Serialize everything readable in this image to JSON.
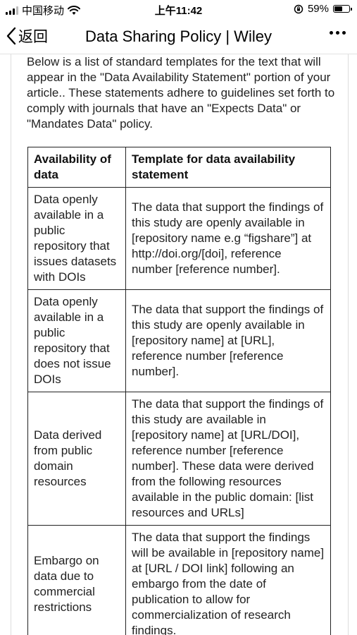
{
  "status_bar": {
    "carrier": "中国移动",
    "time": "上午11:42",
    "battery": "59%",
    "battery_level": 0.59
  },
  "nav": {
    "back_label": "返回",
    "title": "Data Sharing Policy | Wiley"
  },
  "intro": "Below is a list of standard templates for the text that will appear in the \"Data Availability Statement\" portion of your article.. These statements adhere to guidelines set forth to comply with journals that have an \"Expects Data\" or \"Mandates Data\" policy.",
  "table": {
    "headers": [
      "Availability of data",
      "Template for data availability statement"
    ],
    "rows": [
      {
        "availability": "Data openly available in a public repository that issues datasets with DOIs",
        "template": "The data that support the findings of this study are openly available in [repository name e.g “figshare”] at http://doi.org/[doi], reference number [reference number]."
      },
      {
        "availability": "Data openly available in a public repository that does not issue DOIs",
        "template": "The data that support the findings of this study are openly available in [repository name] at [URL], reference number [reference number]."
      },
      {
        "availability": "Data derived from public domain resources",
        "template": "The data that support the findings of this study are available in [repository name] at [URL/DOI], reference number [reference number]. These data were derived from the following resources available in the public domain: [list resources and URLs]"
      },
      {
        "availability": "Embargo on data due to commercial restrictions",
        "template": "The data that support the findings will be available in [repository name] at [URL / DOI link] following an embargo from the date of publication to allow for commercialization of research findings."
      }
    ]
  }
}
